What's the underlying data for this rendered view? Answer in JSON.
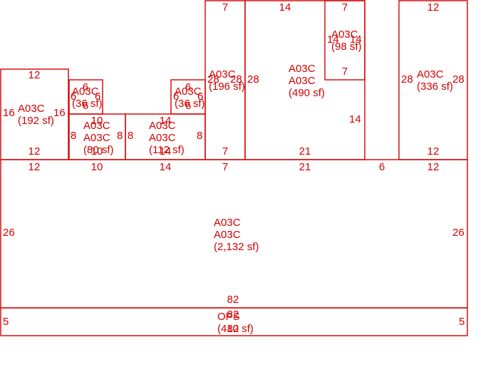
{
  "rooms": [
    {
      "id": "r1",
      "lines": [
        "A03C",
        "(192 sf)"
      ],
      "dims": {
        "top": "12",
        "bottom": "12",
        "left": "16",
        "right": "16"
      }
    },
    {
      "id": "r2",
      "lines": [
        "A03C",
        "(36 sf)"
      ],
      "dims": {
        "top": "6",
        "bottom": "6",
        "left": "6",
        "right": "6"
      }
    },
    {
      "id": "r3",
      "lines": [
        "A03C",
        "A03C",
        "(80 sf)"
      ],
      "dims": {
        "top": "10",
        "bottom": "10",
        "left": "8",
        "right": "8"
      }
    },
    {
      "id": "r4",
      "lines": [
        "A03C",
        "A03C",
        "(112 sf)"
      ],
      "dims": {
        "top": "14",
        "bottom": "14",
        "left": "8",
        "right": "8"
      }
    },
    {
      "id": "r5",
      "lines": [
        "A03C",
        "(36 sf)"
      ],
      "dims": {
        "top": "6",
        "bottom": "6",
        "left": "6",
        "right": "6"
      }
    },
    {
      "id": "r6",
      "lines": [
        "A03C",
        "(196 sf)"
      ],
      "dims": {
        "top": "7",
        "bottom": "7",
        "left": "28",
        "right": "28"
      }
    },
    {
      "id": "r7",
      "lines": [
        "A03C",
        "A03C",
        "(490 sf)"
      ],
      "dims": {
        "top": "14",
        "bottom": "21",
        "left": "28",
        "right": "14"
      }
    },
    {
      "id": "r8",
      "lines": [
        "A03C",
        "(98 sf)"
      ],
      "dims": {
        "top": "7",
        "bottom": "7",
        "left": "14",
        "right": "14"
      }
    },
    {
      "id": "r9",
      "lines": [
        "A03C",
        "(336 sf)"
      ],
      "dims": {
        "top": "12",
        "bottom": "12",
        "left": "28",
        "right": "28"
      }
    },
    {
      "id": "r10",
      "lines": [
        "A03C",
        "A03C",
        "(2,132 sf)"
      ],
      "dims": {
        "top_segments": [
          "12",
          "10",
          "14",
          "7",
          "21",
          "6",
          "12"
        ],
        "bottom": "82",
        "left": "26",
        "right": "26"
      }
    },
    {
      "id": "r11",
      "lines": [
        "OPS",
        "(410 sf)"
      ],
      "dims": {
        "top": "82",
        "bottom": "82",
        "left": "5",
        "right": "5"
      }
    }
  ]
}
